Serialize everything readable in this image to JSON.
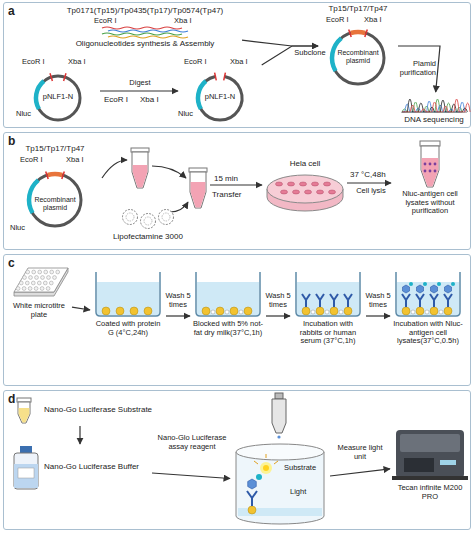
{
  "diagram": {
    "nodes": [
      {
        "text": [
          "a"
        ]
      },
      {
        "text": [
          "Tp0171(Tp15)/Tp0435(Tp17)/Tp0574(Tp47)",
          "EcoR I",
          "Xba I",
          "Oligonucleotides synthesis & Assembly"
        ],
        "in": 0
      },
      {
        "text": [
          "EcoR I",
          "Xba I",
          "Nluc",
          "pNLF1-N"
        ],
        "in": 0
      },
      {
        "text": [
          "EcoR I",
          "Xba I",
          "Nluc",
          "pNLF1-N"
        ],
        "in": 0
      },
      {
        "text": [
          "Tp15/Tp17/Tp47",
          "EcoR I",
          "Xba I",
          "Recombinant plasmid"
        ],
        "in": 0
      },
      {
        "text": [
          "DNA sequencing"
        ],
        "in": 0
      },
      {
        "text": [
          "b"
        ]
      },
      {
        "text": [
          "Tp15/Tp17/Tp47",
          "EcoR I",
          "Xba I",
          "Nluc",
          "Recombinant plasmid"
        ],
        "in": 6
      },
      {
        "text": [
          "Lipofectamine 3000"
        ],
        "in": 6
      },
      {
        "text": [
          "Hela cell"
        ],
        "in": 6
      },
      {
        "text": [
          "Nluc-antigen cell lysates without purification"
        ],
        "in": 6
      },
      {
        "text": [
          "c"
        ]
      },
      {
        "text": [
          "White microtitre plate"
        ],
        "in": 11
      },
      {
        "text": [
          "Coated with protein G (4°C,24h)"
        ],
        "in": 11
      },
      {
        "text": [
          "Blocked with 5% not-fat dry milk(37°C,1h)"
        ],
        "in": 11
      },
      {
        "text": [
          "Incubation with rabbits or human serum (37°C,1h)"
        ],
        "in": 11
      },
      {
        "text": [
          "Incubation with Nluc-antigen cell lysates(37°C,0.5h)"
        ],
        "in": 11
      },
      {
        "text": [
          "d"
        ]
      },
      {
        "text": [
          "Nano-Go Luciferase Substrate"
        ],
        "in": 17
      },
      {
        "text": [
          "Nano-Go Luciferase Buffer"
        ],
        "in": 17
      },
      {
        "text": [
          "Substrate",
          "Light"
        ],
        "in": 17
      },
      {
        "text": [
          "Tecan infinite M200 PRO"
        ],
        "in": 17
      }
    ],
    "edges": [
      {
        "from": 2,
        "to": 3,
        "label": "Digest",
        "arrow": "to"
      },
      {
        "from": 1,
        "to": 4,
        "label": "Subclone",
        "arrow": "to"
      },
      {
        "from": 3,
        "to": 4,
        "arrow": "to"
      },
      {
        "from": 4,
        "to": 5,
        "label": "Plamid purification",
        "arrow": "to"
      },
      {
        "from": 9,
        "to": 10,
        "label": "Cell lysis",
        "arrow": "to"
      },
      {
        "from": 12,
        "to": 13,
        "arrow": "to"
      },
      {
        "from": 13,
        "to": 14,
        "label": "Wash 5 times",
        "arrow": "to"
      },
      {
        "from": 14,
        "to": 15,
        "label": "Wash 5 times",
        "arrow": "to"
      },
      {
        "from": 15,
        "to": 16,
        "label": "Wash 5 times",
        "arrow": "to"
      },
      {
        "from": 18,
        "to": 19,
        "arrow": "to"
      },
      {
        "from": 19,
        "to": 20,
        "label": "Nano-Glo Luciferase assay reagent",
        "arrow": "to"
      },
      {
        "from": 20,
        "to": 21,
        "label": "Measure light unit",
        "arrow": "to"
      }
    ],
    "labels": [
      "EcoR I",
      "Xba I",
      "15 min",
      "Transfer",
      "37 °C,48h"
    ]
  }
}
